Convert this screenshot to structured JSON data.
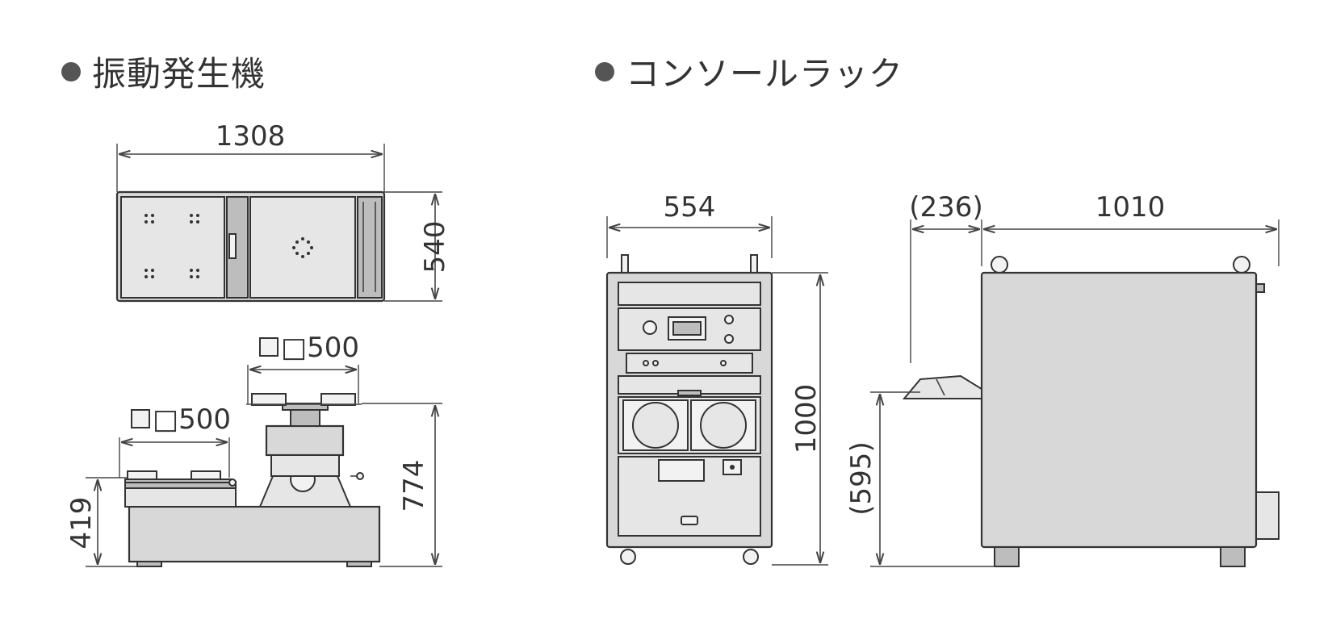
{
  "sections": {
    "shaker": {
      "title": "振動発生機"
    },
    "console": {
      "title": "コンソールラック"
    }
  },
  "dimensions": {
    "shaker_top_width": "1308",
    "shaker_top_depth": "540",
    "table_left": "□500",
    "table_right": "□500",
    "height_low": "419",
    "height_high": "774",
    "rack_width": "554",
    "rack_height": "1000",
    "side_overhang": "(236)",
    "side_depth": "1010",
    "side_desk_height": "(595)"
  },
  "colors": {
    "line": "#333333",
    "fill": "#d8d8d8",
    "bullet": "#555555"
  }
}
